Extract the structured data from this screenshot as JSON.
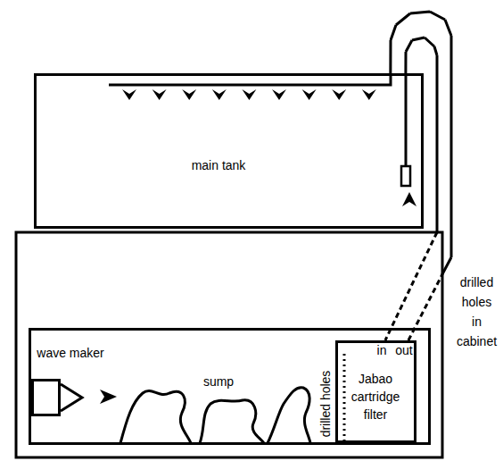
{
  "diagram": {
    "nodes": [
      {
        "text": [
          "main tank"
        ]
      },
      {
        "text": [
          "sump"
        ]
      },
      {
        "text": [
          "wave maker"
        ],
        "in": 1
      },
      {
        "text": [
          "in",
          "out",
          "Jabao cartridge filter"
        ],
        "in": 1
      }
    ],
    "edges": [
      {
        "from": 0,
        "to": 3,
        "arrow": "none"
      },
      {
        "from": 3,
        "to": 0,
        "arrow": "none"
      }
    ],
    "labels": [
      "drilled holes",
      "drilled holes in cabinet"
    ]
  }
}
